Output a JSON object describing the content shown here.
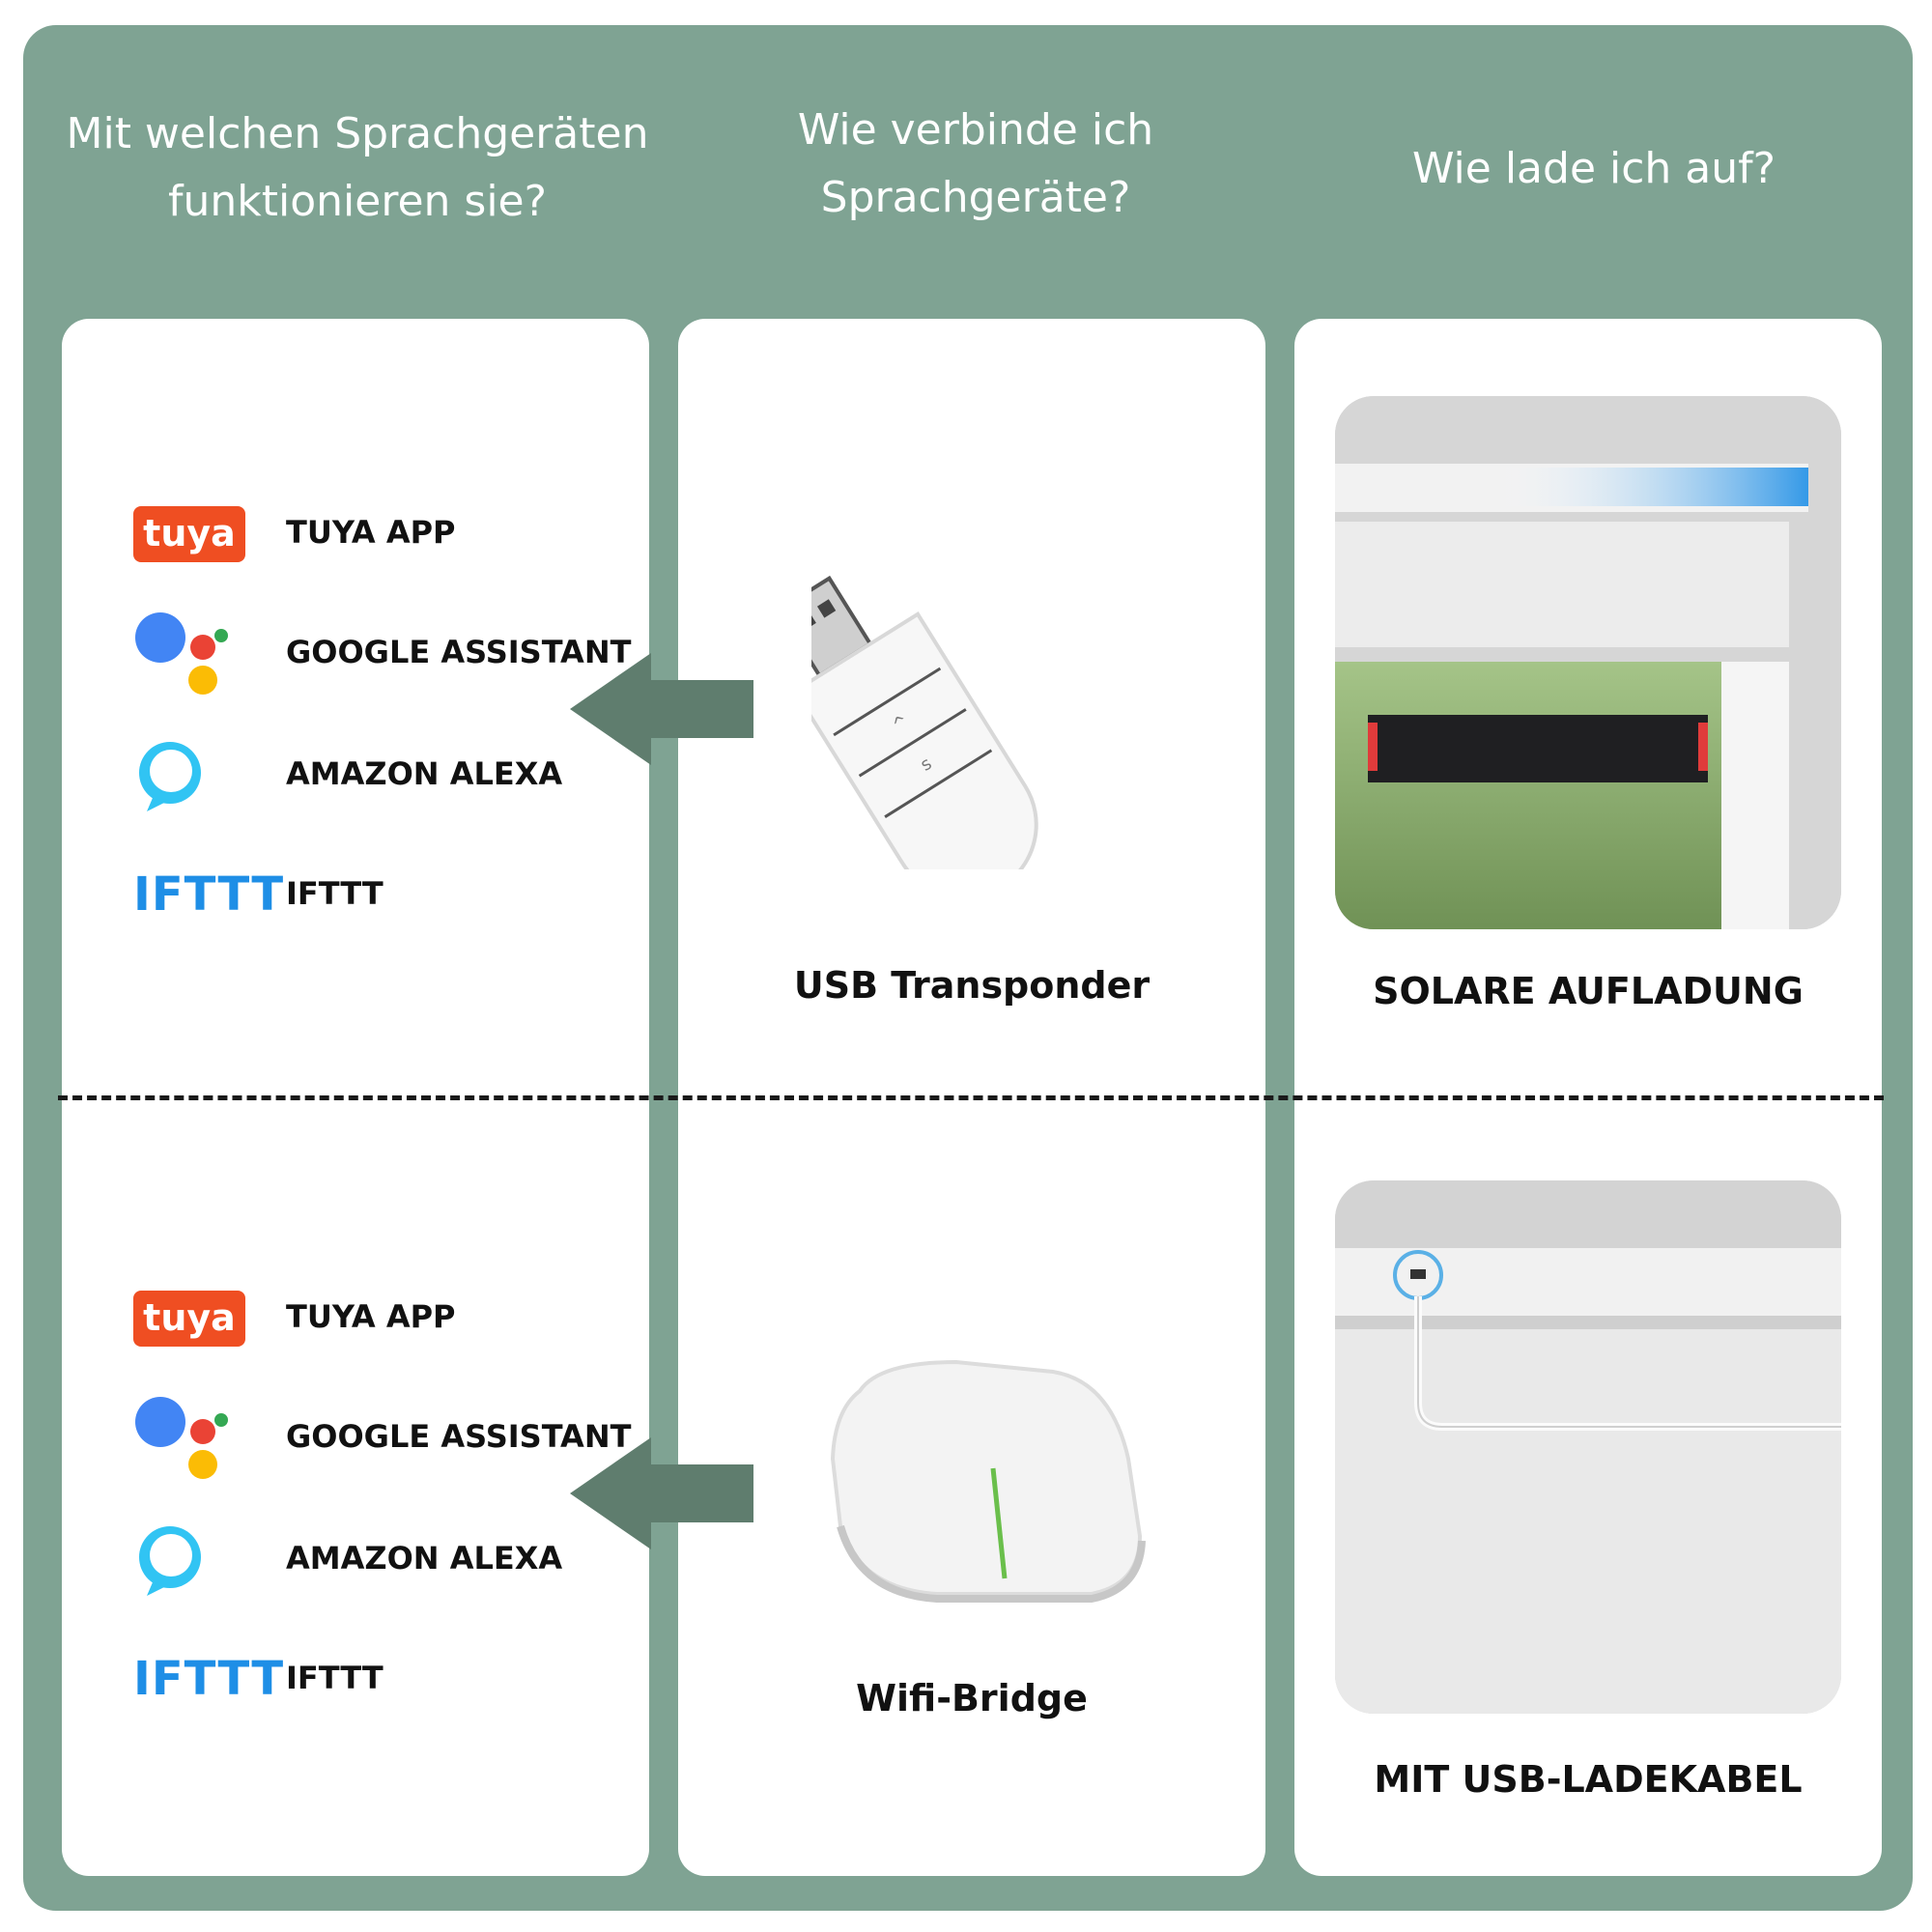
{
  "headers": {
    "col1": "Mit welchen Sprachgeräten funktionieren sie?",
    "col2": "Wie verbinde ich Sprachgeräte?",
    "col3": "Wie lade ich auf?"
  },
  "top": {
    "services": [
      {
        "logo": "tuya",
        "label": "TUYA APP"
      },
      {
        "logo": "google-assistant-icon",
        "label": "GOOGLE ASSISTANT"
      },
      {
        "logo": "amazon-alexa-icon",
        "label": "AMAZON ALEXA"
      },
      {
        "logo": "IFTTT",
        "label": "IFTTT"
      }
    ],
    "device_caption": "USB Transponder",
    "charge_caption": "SOLARE AUFLADUNG"
  },
  "bottom": {
    "services": [
      {
        "logo": "tuya",
        "label": "TUYA APP"
      },
      {
        "logo": "google-assistant-icon",
        "label": "GOOGLE ASSISTANT"
      },
      {
        "logo": "amazon-alexa-icon",
        "label": "AMAZON ALEXA"
      },
      {
        "logo": "IFTTT",
        "label": "IFTTT"
      }
    ],
    "device_caption": "Wifi-Bridge",
    "charge_caption": "MIT USB-LADEKABEL"
  },
  "colors": {
    "frame": "#7fa393",
    "arrow": "#5f7d6e",
    "tuya": "#ef4e22",
    "ifttt": "#1e8ee6",
    "alexa": "#31c4f3"
  }
}
